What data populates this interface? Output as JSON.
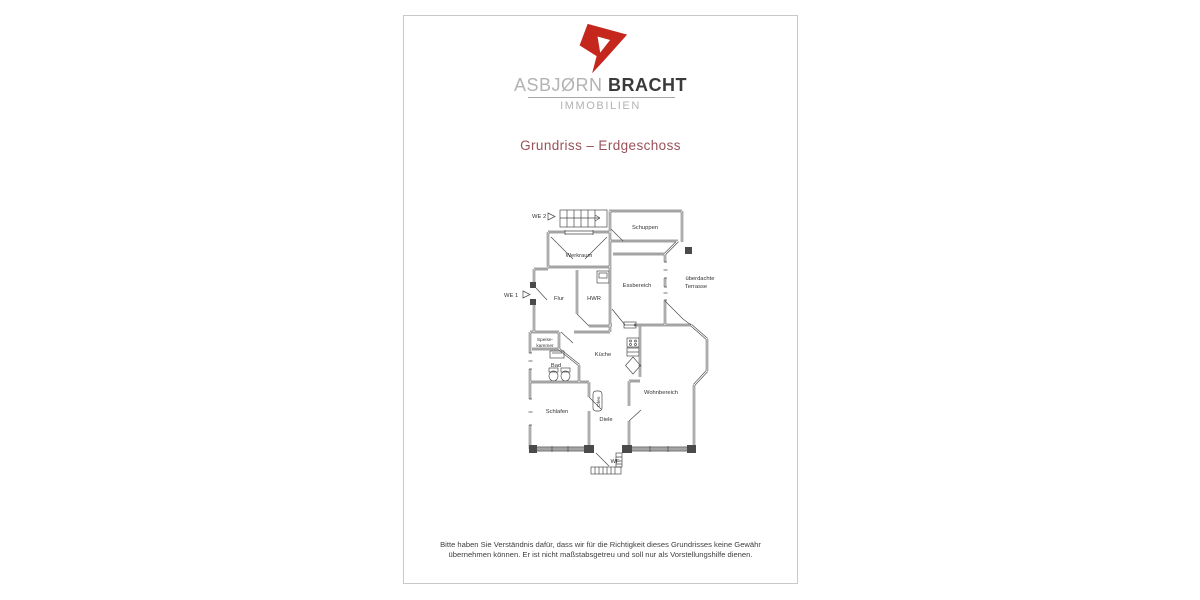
{
  "logo": {
    "brand_first": "ASBJØRN",
    "brand_second": " BRACHT",
    "brand_sub": "IMMOBILIEN",
    "mark_color": "#c5271d"
  },
  "title": {
    "text": "Grundriss – Erdgeschoss",
    "color": "#9a5158"
  },
  "floorplan": {
    "line_color": "#4a4a4a",
    "labels": {
      "we2": "WE 2",
      "we1": "WE 1",
      "schuppen": "Schuppen",
      "werkraum": "Werkraum",
      "essbereich": "Essbereich",
      "terrasse_line1": "überdachte",
      "terrasse_line2": "Terrasse",
      "flur": "Flur",
      "hwr": "HWR",
      "speisekammer_line1": "Speise-",
      "speisekammer_line2": "kammer",
      "kueche": "Küche",
      "bad": "Bad",
      "schlafen": "Schlafen",
      "diele": "Diele",
      "wohnbereich": "Wohnbereich",
      "ofen": "Ofen",
      "wf": "WF"
    }
  },
  "disclaimer": {
    "line1": "Bitte haben Sie Verständnis dafür, dass wir für die Richtigkeit dieses Grundrisses keine Gewähr",
    "line2": "übernehmen können. Er ist nicht maßstabsgetreu und soll nur als Vorstellungshilfe dienen."
  }
}
